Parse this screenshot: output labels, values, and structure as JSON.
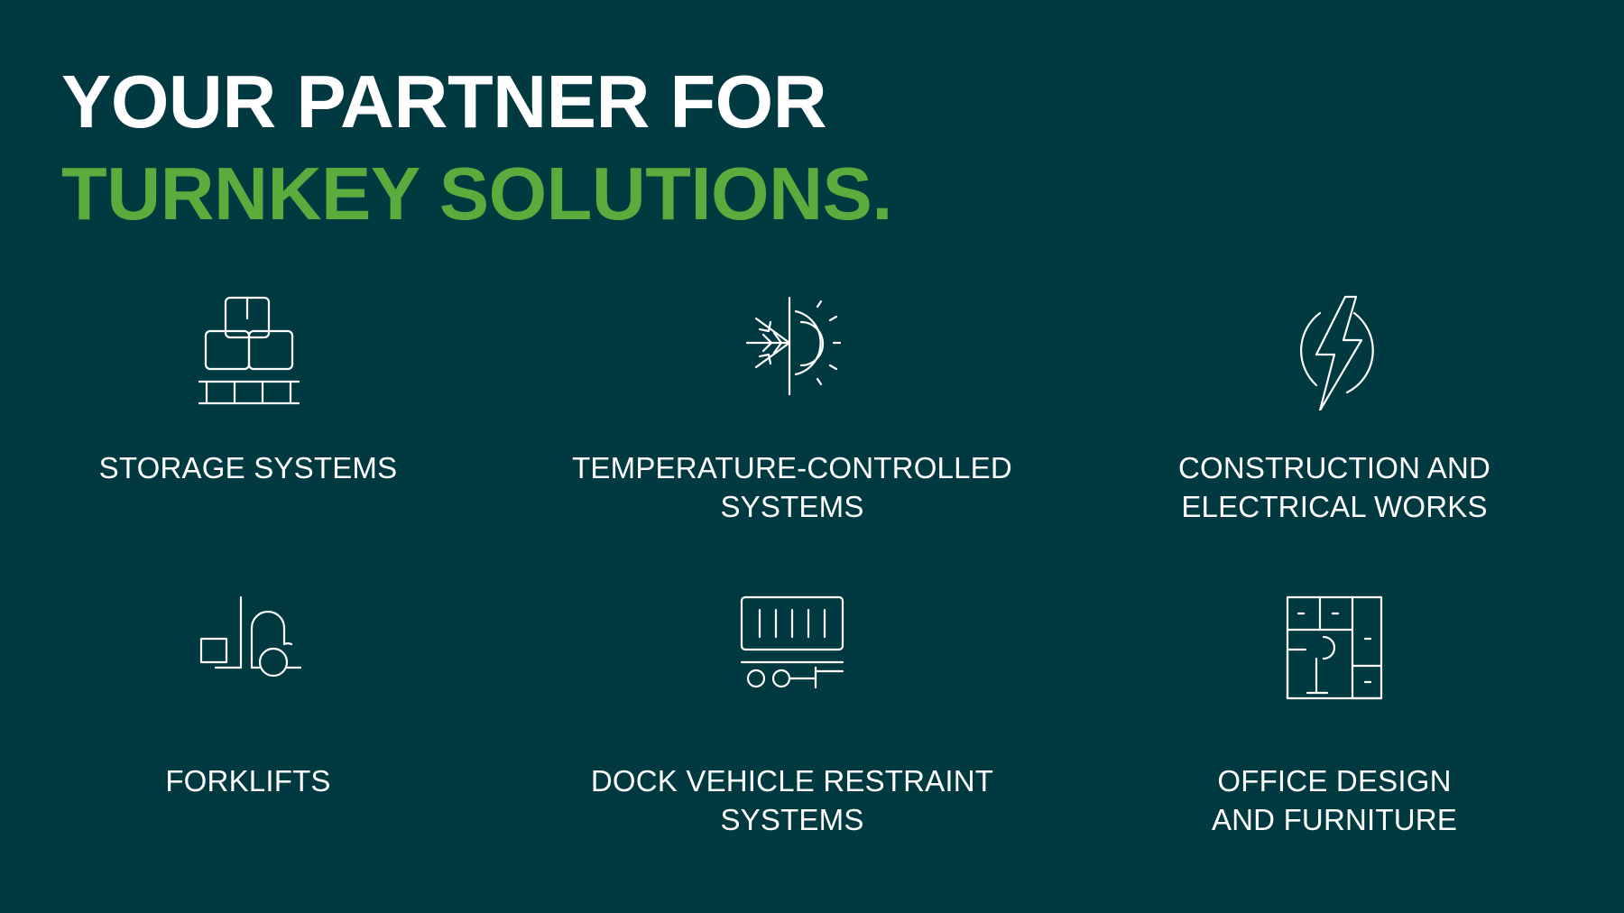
{
  "headline": {
    "line1": "YOUR PARTNER FOR",
    "line2": "TURNKEY SOLUTIONS."
  },
  "colors": {
    "background": "#003a40",
    "accent": "#5aac3c",
    "text": "#ffffff"
  },
  "services": [
    {
      "icon": "pallet-boxes-icon",
      "label_lines": [
        "STORAGE SYSTEMS"
      ]
    },
    {
      "icon": "snowflake-sun-icon",
      "label_lines": [
        "TEMPERATURE-CONTROLLED",
        "SYSTEMS"
      ]
    },
    {
      "icon": "lightning-bolt-icon",
      "label_lines": [
        "CONSTRUCTION AND",
        "ELECTRICAL WORKS"
      ]
    },
    {
      "icon": "forklift-icon",
      "label_lines": [
        "FORKLIFTS"
      ]
    },
    {
      "icon": "dock-restraint-icon",
      "label_lines": [
        "DOCK VEHICLE RESTRAINT",
        "SYSTEMS"
      ]
    },
    {
      "icon": "office-floorplan-icon",
      "label_lines": [
        "OFFICE DESIGN",
        "AND FURNITURE"
      ]
    }
  ]
}
